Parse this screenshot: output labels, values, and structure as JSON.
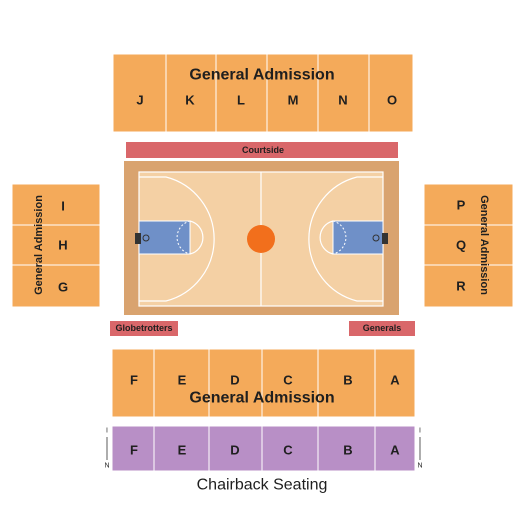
{
  "map": {
    "colors": {
      "section": "#f4aa5a",
      "section_premium": "#b88fc6",
      "team_bar": "#d9676a",
      "court_floor": "#f4d0a4",
      "court_border": "#d9a36f",
      "paint": "#6f90c8",
      "ball": "#f26f1c"
    },
    "top_block": {
      "title": "General Admission",
      "sections": [
        "J",
        "K",
        "L",
        "M",
        "N",
        "O"
      ]
    },
    "courtside_label": "Courtside",
    "left_block": {
      "title": "General Admission",
      "sections": [
        "I",
        "H",
        "G"
      ]
    },
    "right_block": {
      "title": "General Admission",
      "sections": [
        "P",
        "Q",
        "R"
      ]
    },
    "team_left": "Globetrotters",
    "team_right": "Generals",
    "bottom_block": {
      "title": "General Admission",
      "sections": [
        "F",
        "E",
        "D",
        "C",
        "B",
        "A"
      ]
    },
    "chairback_block": {
      "title": "Chairback Seating",
      "sections": [
        "F",
        "E",
        "D",
        "C",
        "B",
        "A"
      ],
      "row_first": "I",
      "row_last": "N"
    }
  }
}
